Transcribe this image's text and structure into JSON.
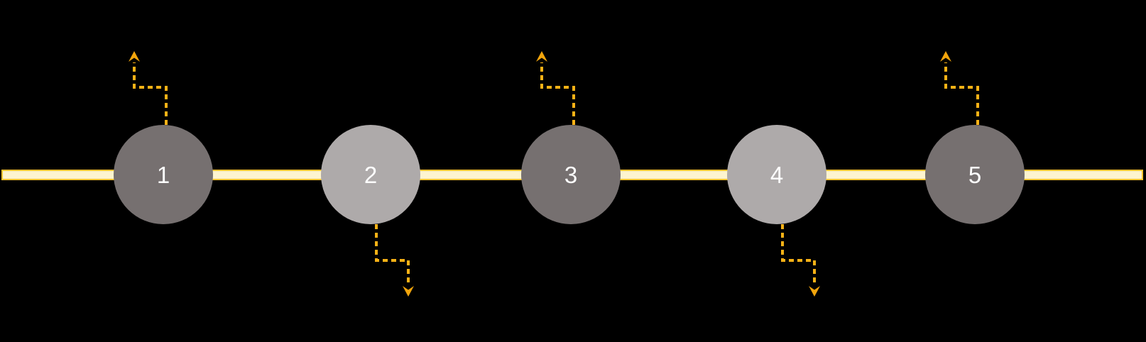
{
  "diagram": {
    "background_color": "#000000"
  },
  "timeline": {
    "fill_color": "#FDF4CF",
    "border_color": "#FCC430"
  },
  "colors": {
    "arrow": "#FBB216",
    "arrow_head": "#F2A50C",
    "number_text": "#FFFFFF"
  },
  "steps": [
    {
      "label": "1",
      "circle_color": "#767070",
      "arrow_direction": "up"
    },
    {
      "label": "2",
      "circle_color": "#AEAAAA",
      "arrow_direction": "down"
    },
    {
      "label": "3",
      "circle_color": "#767070",
      "arrow_direction": "up"
    },
    {
      "label": "4",
      "circle_color": "#AEAAAA",
      "arrow_direction": "down"
    },
    {
      "label": "5",
      "circle_color": "#767070",
      "arrow_direction": "up"
    }
  ]
}
